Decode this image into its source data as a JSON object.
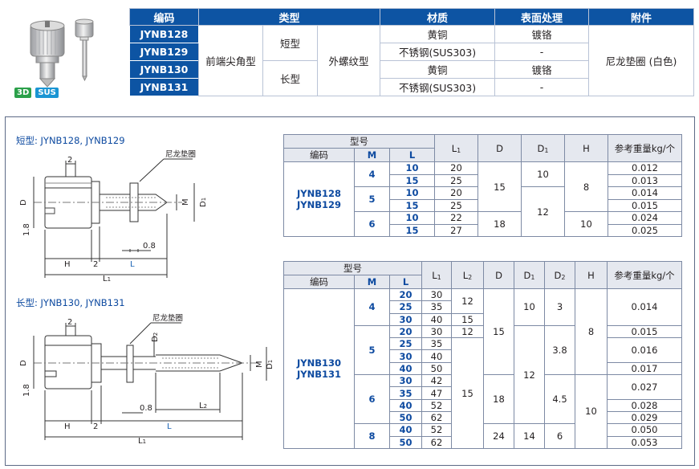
{
  "product": {
    "badge_3d": "3D",
    "badge_sus": "SUS"
  },
  "top_table": {
    "headers": {
      "code": "编码",
      "type": "类型",
      "material": "材质",
      "surface": "表面处理",
      "accessory": "附件"
    },
    "codes": [
      "JYNB128",
      "JYNB129",
      "JYNB130",
      "JYNB131"
    ],
    "type_main": "前端尖角型",
    "type_short": "短型",
    "type_long": "长型",
    "thread": "外螺纹型",
    "materials": [
      "黄铜",
      "不锈钢(SUS303)",
      "黄铜",
      "不锈钢(SUS303)"
    ],
    "surfaces": [
      "镀铬",
      "-",
      "镀铬",
      "-"
    ],
    "accessory": "尼龙垫圈 (白色)"
  },
  "drawing_short": {
    "title": "短型: JYNB128, JYNB129",
    "washer_label": "尼龙垫圈",
    "dims": {
      "two_top": "2",
      "d": "D",
      "m": "M",
      "d1": "D",
      "d1_sub": "1",
      "one8": "1.8",
      "h": "H",
      "two_bottom": "2",
      "zero8": "0.8",
      "l": "L",
      "l1": "L",
      "l1_sub": "1"
    }
  },
  "drawing_long": {
    "title": "长型: JYNB130, JYNB131",
    "washer_label": "尼龙垫圈",
    "dims": {
      "two_top": "2",
      "d2": "D",
      "d2_sub": "2",
      "d": "D",
      "m": "M",
      "d1": "D",
      "d1_sub": "1",
      "one8": "1.8",
      "h": "H",
      "two_bottom": "2",
      "zero8": "0.8",
      "l": "L",
      "l2": "L",
      "l2_sub": "2",
      "l1": "L",
      "l1_sub": "1"
    }
  },
  "short_table": {
    "headers": {
      "model": "型号",
      "code": "编码",
      "m": "M",
      "l": "L",
      "l1": "L",
      "l1_sub": "1",
      "d": "D",
      "d1": "D",
      "d1_sub": "1",
      "h": "H",
      "weight": "参考重量kg/个"
    },
    "codes": [
      "JYNB128",
      "JYNB129"
    ],
    "m_values": [
      "4",
      "5",
      "6"
    ],
    "rows": [
      {
        "l": "10",
        "l1": "20",
        "weight": "0.012"
      },
      {
        "l": "15",
        "l1": "25",
        "weight": "0.013"
      },
      {
        "l": "10",
        "l1": "20",
        "weight": "0.014"
      },
      {
        "l": "15",
        "l1": "25",
        "weight": "0.015"
      },
      {
        "l": "10",
        "l1": "22",
        "weight": "0.024"
      },
      {
        "l": "15",
        "l1": "27",
        "weight": "0.025"
      }
    ],
    "d_values": [
      "15",
      "18"
    ],
    "d1_values": [
      "10",
      "12"
    ],
    "h_values": [
      "8",
      "10"
    ]
  },
  "long_table": {
    "headers": {
      "model": "型号",
      "code": "编码",
      "m": "M",
      "l": "L",
      "l1": "L",
      "l1_sub": "1",
      "l2": "L",
      "l2_sub": "2",
      "d": "D",
      "d1": "D",
      "d1_sub": "1",
      "d2": "D",
      "d2_sub": "2",
      "h": "H",
      "weight": "参考重量kg/个"
    },
    "codes": [
      "JYNB130",
      "JYNB131"
    ],
    "m_values": [
      "4",
      "5",
      "6",
      "8"
    ],
    "l_values": [
      "20",
      "25",
      "30",
      "20",
      "25",
      "30",
      "40",
      "30",
      "35",
      "40",
      "50",
      "40",
      "50"
    ],
    "l1_values": [
      "30",
      "35",
      "40",
      "30",
      "35",
      "40",
      "50",
      "42",
      "47",
      "52",
      "62",
      "52",
      "62"
    ],
    "l2_values": [
      "12",
      "15",
      "12",
      "15"
    ],
    "d_values": [
      "15",
      "18",
      "24"
    ],
    "d1_values": [
      "10",
      "12",
      "14"
    ],
    "d2_values": [
      "3",
      "3.8",
      "4.5",
      "6"
    ],
    "h_values": [
      "8",
      "10"
    ],
    "weights": [
      "0.014",
      "0.015",
      "0.016",
      "0.017",
      "0.027",
      "0.028",
      "0.029",
      "0.050",
      "0.053"
    ]
  }
}
